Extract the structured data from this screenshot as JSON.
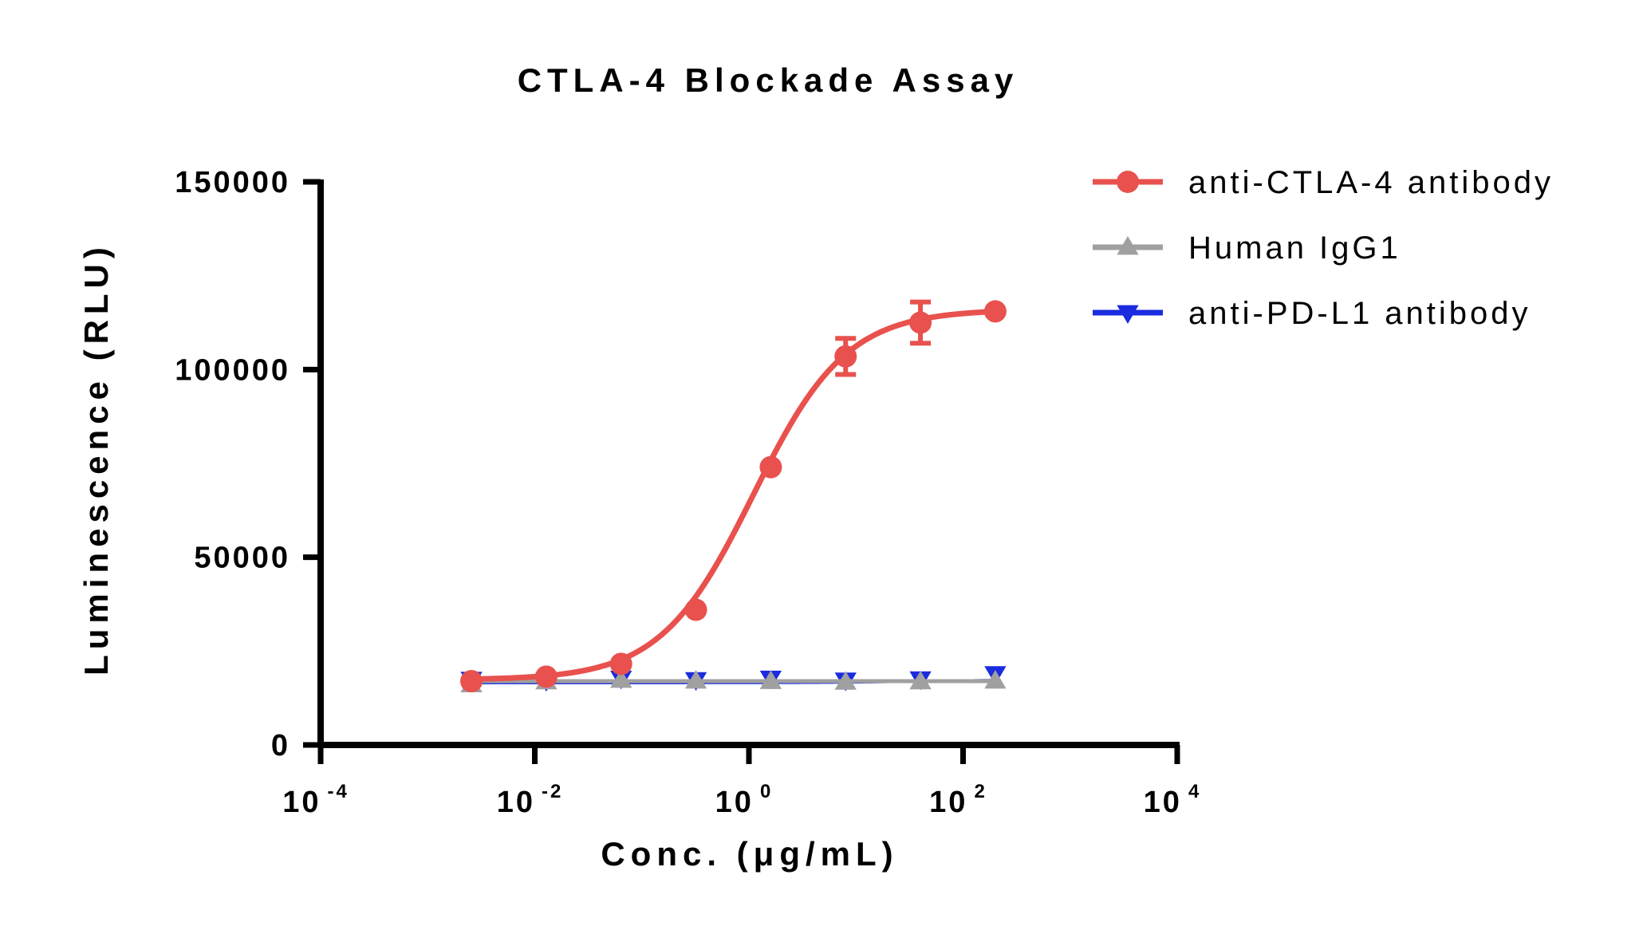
{
  "chart_data": {
    "type": "line",
    "title": "CTLA-4 Blockade Assay",
    "xlabel": "Conc. (μg/mL)",
    "ylabel": "Luminescence (RLU)",
    "x_scale": "log10",
    "xlim": [
      0.0001,
      10000
    ],
    "ylim": [
      0,
      150000
    ],
    "x_ticks": [
      {
        "base": "10",
        "exp": "-4",
        "value": 0.0001
      },
      {
        "base": "10",
        "exp": "-2",
        "value": 0.01
      },
      {
        "base": "10",
        "exp": "0",
        "value": 1
      },
      {
        "base": "10",
        "exp": "2",
        "value": 100
      },
      {
        "base": "10",
        "exp": "4",
        "value": 10000
      }
    ],
    "y_ticks": [
      {
        "label": "0",
        "value": 0
      },
      {
        "label": "50000",
        "value": 50000
      },
      {
        "label": "100000",
        "value": 100000
      },
      {
        "label": "150000",
        "value": 150000
      }
    ],
    "grid": false,
    "legend_position": "top-right",
    "series": [
      {
        "name": "anti-CTLA-4 antibody",
        "color": "#e8514d",
        "marker": "circle",
        "x": [
          0.00256,
          0.0128,
          0.064,
          0.32,
          1.6,
          8,
          40,
          200
        ],
        "y": [
          17000,
          18200,
          21600,
          36000,
          74000,
          103500,
          112500,
          115500
        ],
        "error": [
          0,
          0,
          0,
          0,
          0,
          4800,
          5500,
          0
        ],
        "fit": {
          "bottom": 17300,
          "top": 116000,
          "ec50": 1.1,
          "hill": 1.0
        }
      },
      {
        "name": "Human IgG1",
        "color": "#a0a0a0",
        "marker": "triangle-up",
        "x": [
          0.00256,
          0.0128,
          0.064,
          0.32,
          1.6,
          8,
          40,
          200
        ],
        "y": [
          16000,
          16800,
          17200,
          17000,
          16900,
          16700,
          16800,
          17000
        ],
        "error": [
          0,
          0,
          0,
          0,
          0,
          0,
          0,
          0
        ],
        "fit": {
          "bottom": 17000,
          "top": 17000,
          "ec50": 1.0,
          "hill": 1.0
        }
      },
      {
        "name": "anti-PD-L1 antibody",
        "color": "#1a2be0",
        "marker": "triangle-down",
        "x": [
          0.00256,
          0.0128,
          0.064,
          0.32,
          1.6,
          8,
          40,
          200
        ],
        "y": [
          17500,
          17200,
          17800,
          17400,
          17800,
          17300,
          17600,
          19000
        ],
        "error": [
          0,
          0,
          0,
          0,
          0,
          0,
          0,
          0
        ],
        "fit": {
          "bottom": 16500,
          "top": 17500,
          "ec50": 50,
          "hill": 1.0
        }
      }
    ]
  }
}
